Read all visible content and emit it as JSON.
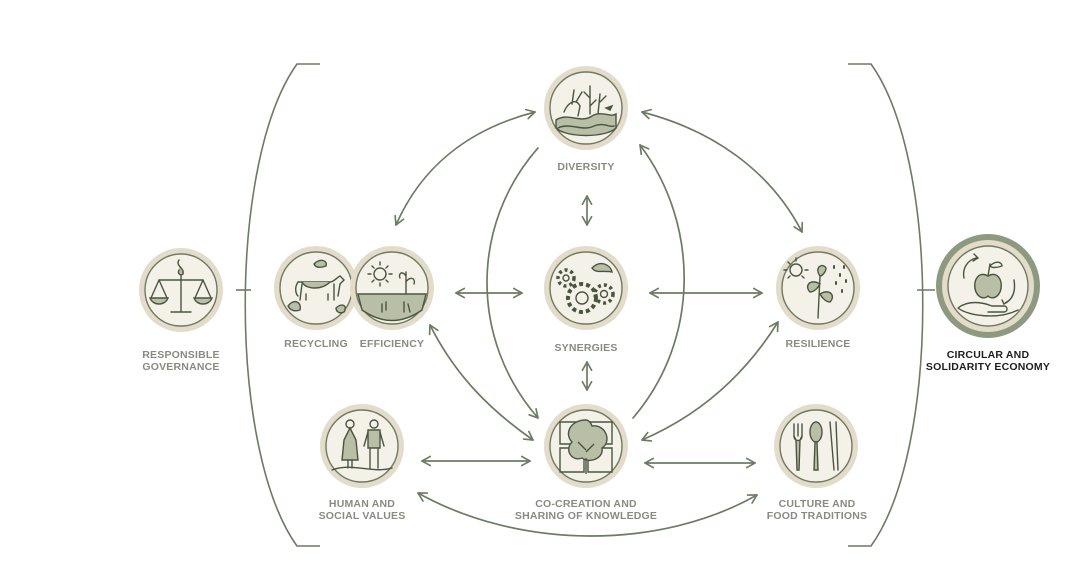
{
  "colors": {
    "arrow": "#6b7c62",
    "circle_ring": "#e4dccb",
    "circle_fill": "#f4f1e8",
    "icon_stroke": "#4a5540",
    "icon_fill": "#b9bea6",
    "label": "#8a8a80",
    "label_dark": "#1e1e1e",
    "outcome_ring": "#8d9a80"
  },
  "nodes": {
    "diversity": {
      "label": "DIVERSITY",
      "icon": "animals-plants-water-icon"
    },
    "synergies": {
      "label": "SYNERGIES",
      "icon": "gears-icon"
    },
    "recycling": {
      "label": "RECYCLING",
      "icon": "cow-leaves-icon"
    },
    "efficiency": {
      "label": "EFFICIENCY",
      "icon": "sun-plants-soil-icon"
    },
    "resilience": {
      "label": "RESILIENCE",
      "icon": "sun-rain-plant-icon"
    },
    "cocreation": {
      "label_line1": "CO-CREATION AND",
      "label_line2": "SHARING OF KNOWLEDGE",
      "icon": "tree-panels-icon"
    },
    "human": {
      "label_line1": "HUMAN AND",
      "label_line2": "SOCIAL VALUES",
      "icon": "man-woman-icon"
    },
    "culture": {
      "label_line1": "CULTURE AND",
      "label_line2": "FOOD TRADITIONS",
      "icon": "cutlery-icon"
    },
    "governance": {
      "label_line1": "RESPONSIBLE",
      "label_line2": "GOVERNANCE",
      "icon": "balance-scale-icon"
    },
    "circular": {
      "label_line1": "CIRCULAR AND",
      "label_line2": "SOLIDARITY ECONOMY",
      "icon": "apple-hand-cycle-icon"
    }
  }
}
